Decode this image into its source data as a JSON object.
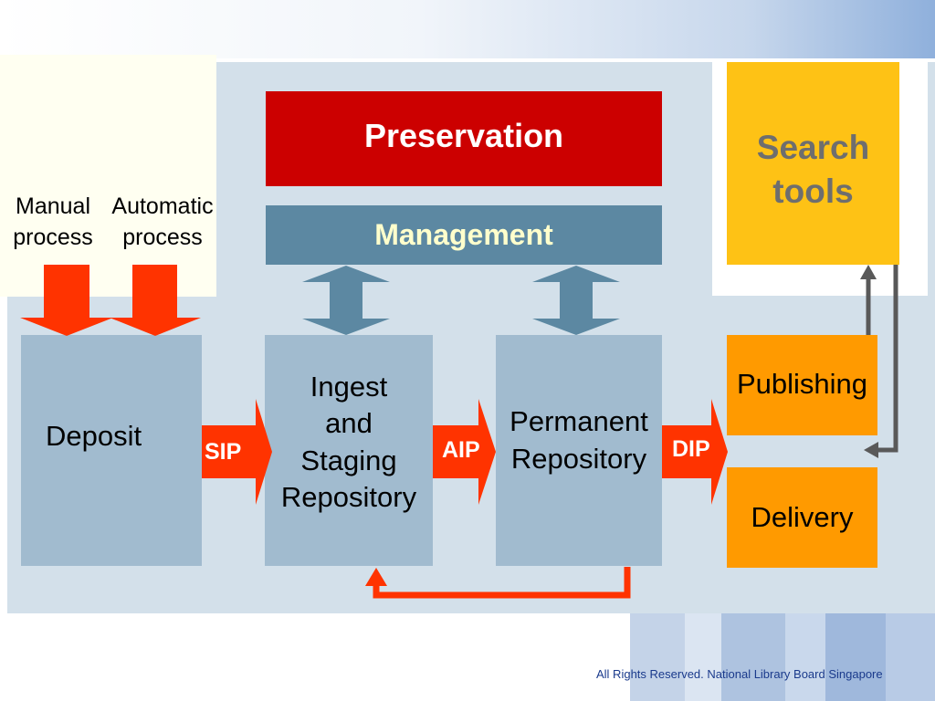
{
  "top_box": {
    "title": "Preservation"
  },
  "management_box": {
    "title": "Management"
  },
  "search_box": {
    "line1": "Search",
    "line2": "tools"
  },
  "process_labels": {
    "manual": {
      "line1": "Manual",
      "line2": "process"
    },
    "automatic": {
      "line1": "Automatic",
      "line2": "process"
    }
  },
  "stages": {
    "deposit": {
      "label": "Deposit"
    },
    "ingest": {
      "line1": "Ingest",
      "line2": "and",
      "line3": "Staging",
      "line4": "Repository"
    },
    "permanent": {
      "line1": "Permanent",
      "line2": "Repository"
    },
    "publishing": {
      "label": "Publishing"
    },
    "delivery": {
      "label": "Delivery"
    }
  },
  "packages": {
    "sip": "SIP",
    "aip": "AIP",
    "dip": "DIP"
  },
  "footer": {
    "text": "All Rights Reserved. National Library Board Singapore"
  },
  "colors": {
    "preservation": "#cc0000",
    "management": "#5c88a2",
    "search_tools": "#fec215",
    "stage_blue": "#a1bbcf",
    "stage_orange": "#ff9a00",
    "flow_arrow": "#ff3300",
    "feedback_arrow": "#595959"
  }
}
